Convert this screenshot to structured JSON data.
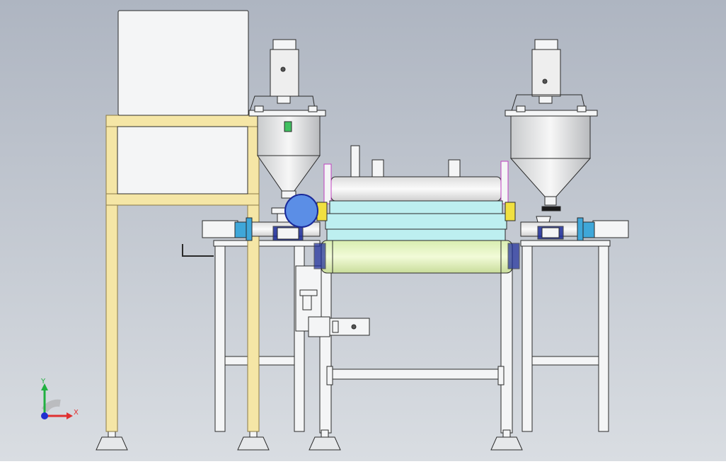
{
  "viewport": {
    "background_top": "#aeb5c1",
    "background_bottom": "#d9dde2"
  },
  "colors": {
    "frame_yellow": "#f5e6a6",
    "frame_yellow_edge": "#b8a465",
    "steel_white": "#f4f5f6",
    "line": "#2a2a2a",
    "cyan_plate": "#bdeff0",
    "roller_green": "#e6f5c0",
    "blue_flange": "#3fa7d9",
    "blue_disc": "#5b8ee6",
    "yellow_flange": "#f0e040",
    "navy_bracket": "#1a2a9a",
    "magenta_edge": "#c040c0",
    "green_valve": "#40c060"
  },
  "triad": {
    "y_label": "Y",
    "x_label": "X",
    "y_color": "#20b040",
    "x_color": "#e03030",
    "z_color": "#2030d0"
  },
  "model": {
    "hoppers": [
      {
        "name": "left-hopper",
        "side": "left"
      },
      {
        "name": "right-hopper",
        "side": "right"
      }
    ],
    "motor_icons": [
      "left-auger-motor-icon",
      "right-auger-motor-icon",
      "lower-drive-motor-icon"
    ]
  }
}
